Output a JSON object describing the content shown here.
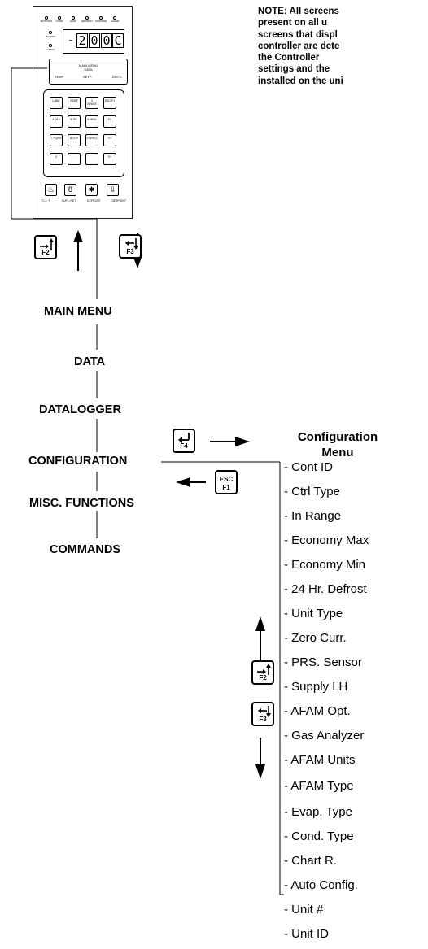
{
  "note": {
    "lines": [
      "NOTE:  All  screens",
      "present  on  all  u",
      "screens that displ",
      "controller are dete",
      "the      Controller",
      "settings    and   the",
      "installed on the uni"
    ]
  },
  "controller": {
    "leds": [
      "SETPOINT",
      "COMP",
      "HEAT",
      "DEFROST",
      "IN RANGE",
      "ALARM"
    ],
    "side_leds": [
      "RETURN",
      "SUPPLY"
    ],
    "display_digits": [
      "-",
      "2",
      "0",
      "0",
      "C"
    ],
    "lcd": {
      "line1": "MAIN MENU",
      "line2": "DATA",
      "line3": [
        "TEMP.",
        "SETP.",
        "-20.0°C"
      ]
    },
    "keypad": [
      [
        "1 ABC",
        "2 DEF",
        "3 SPACE",
        "ESC F1"
      ],
      [
        "4 GHI",
        "5 JKL",
        "6 MNO",
        "F2"
      ],
      [
        "7 PQRS",
        "8 TUV",
        "9 WXYZ",
        "F3"
      ],
      [
        "0",
        "-",
        ".",
        "F4"
      ]
    ],
    "function_labels": [
      "°C↔°F",
      "SUP↔RET",
      "DEFROST",
      "SETPOINT"
    ]
  },
  "keys": {
    "f1": "F1",
    "f2": "F2",
    "f3": "F3",
    "f4": "F4",
    "esc": "ESC"
  },
  "main_menu": {
    "items": [
      "MAIN MENU",
      "DATA",
      "DATALOGGER",
      "CONFIGURATION",
      "MISC. FUNCTIONS",
      "COMMANDS"
    ]
  },
  "configuration_menu": {
    "title_line1": "Configuration",
    "title_line2": "Menu",
    "items": [
      "- Cont ID",
      "- Ctrl Type",
      "- In Range",
      "- Economy Max",
      "- Economy Min",
      "- 24 Hr. Defrost",
      "- Unit Type",
      "- Zero Curr.",
      "- PRS. Sensor",
      "- Supply LH",
      "- AFAM Opt.",
      "- Gas Analyzer",
      "- AFAM Units",
      "- AFAM Type",
      "- Evap. Type",
      "- Cond. Type",
      "- Chart R.",
      "- Auto Config.",
      "- Unit #",
      "- Unit ID"
    ]
  }
}
